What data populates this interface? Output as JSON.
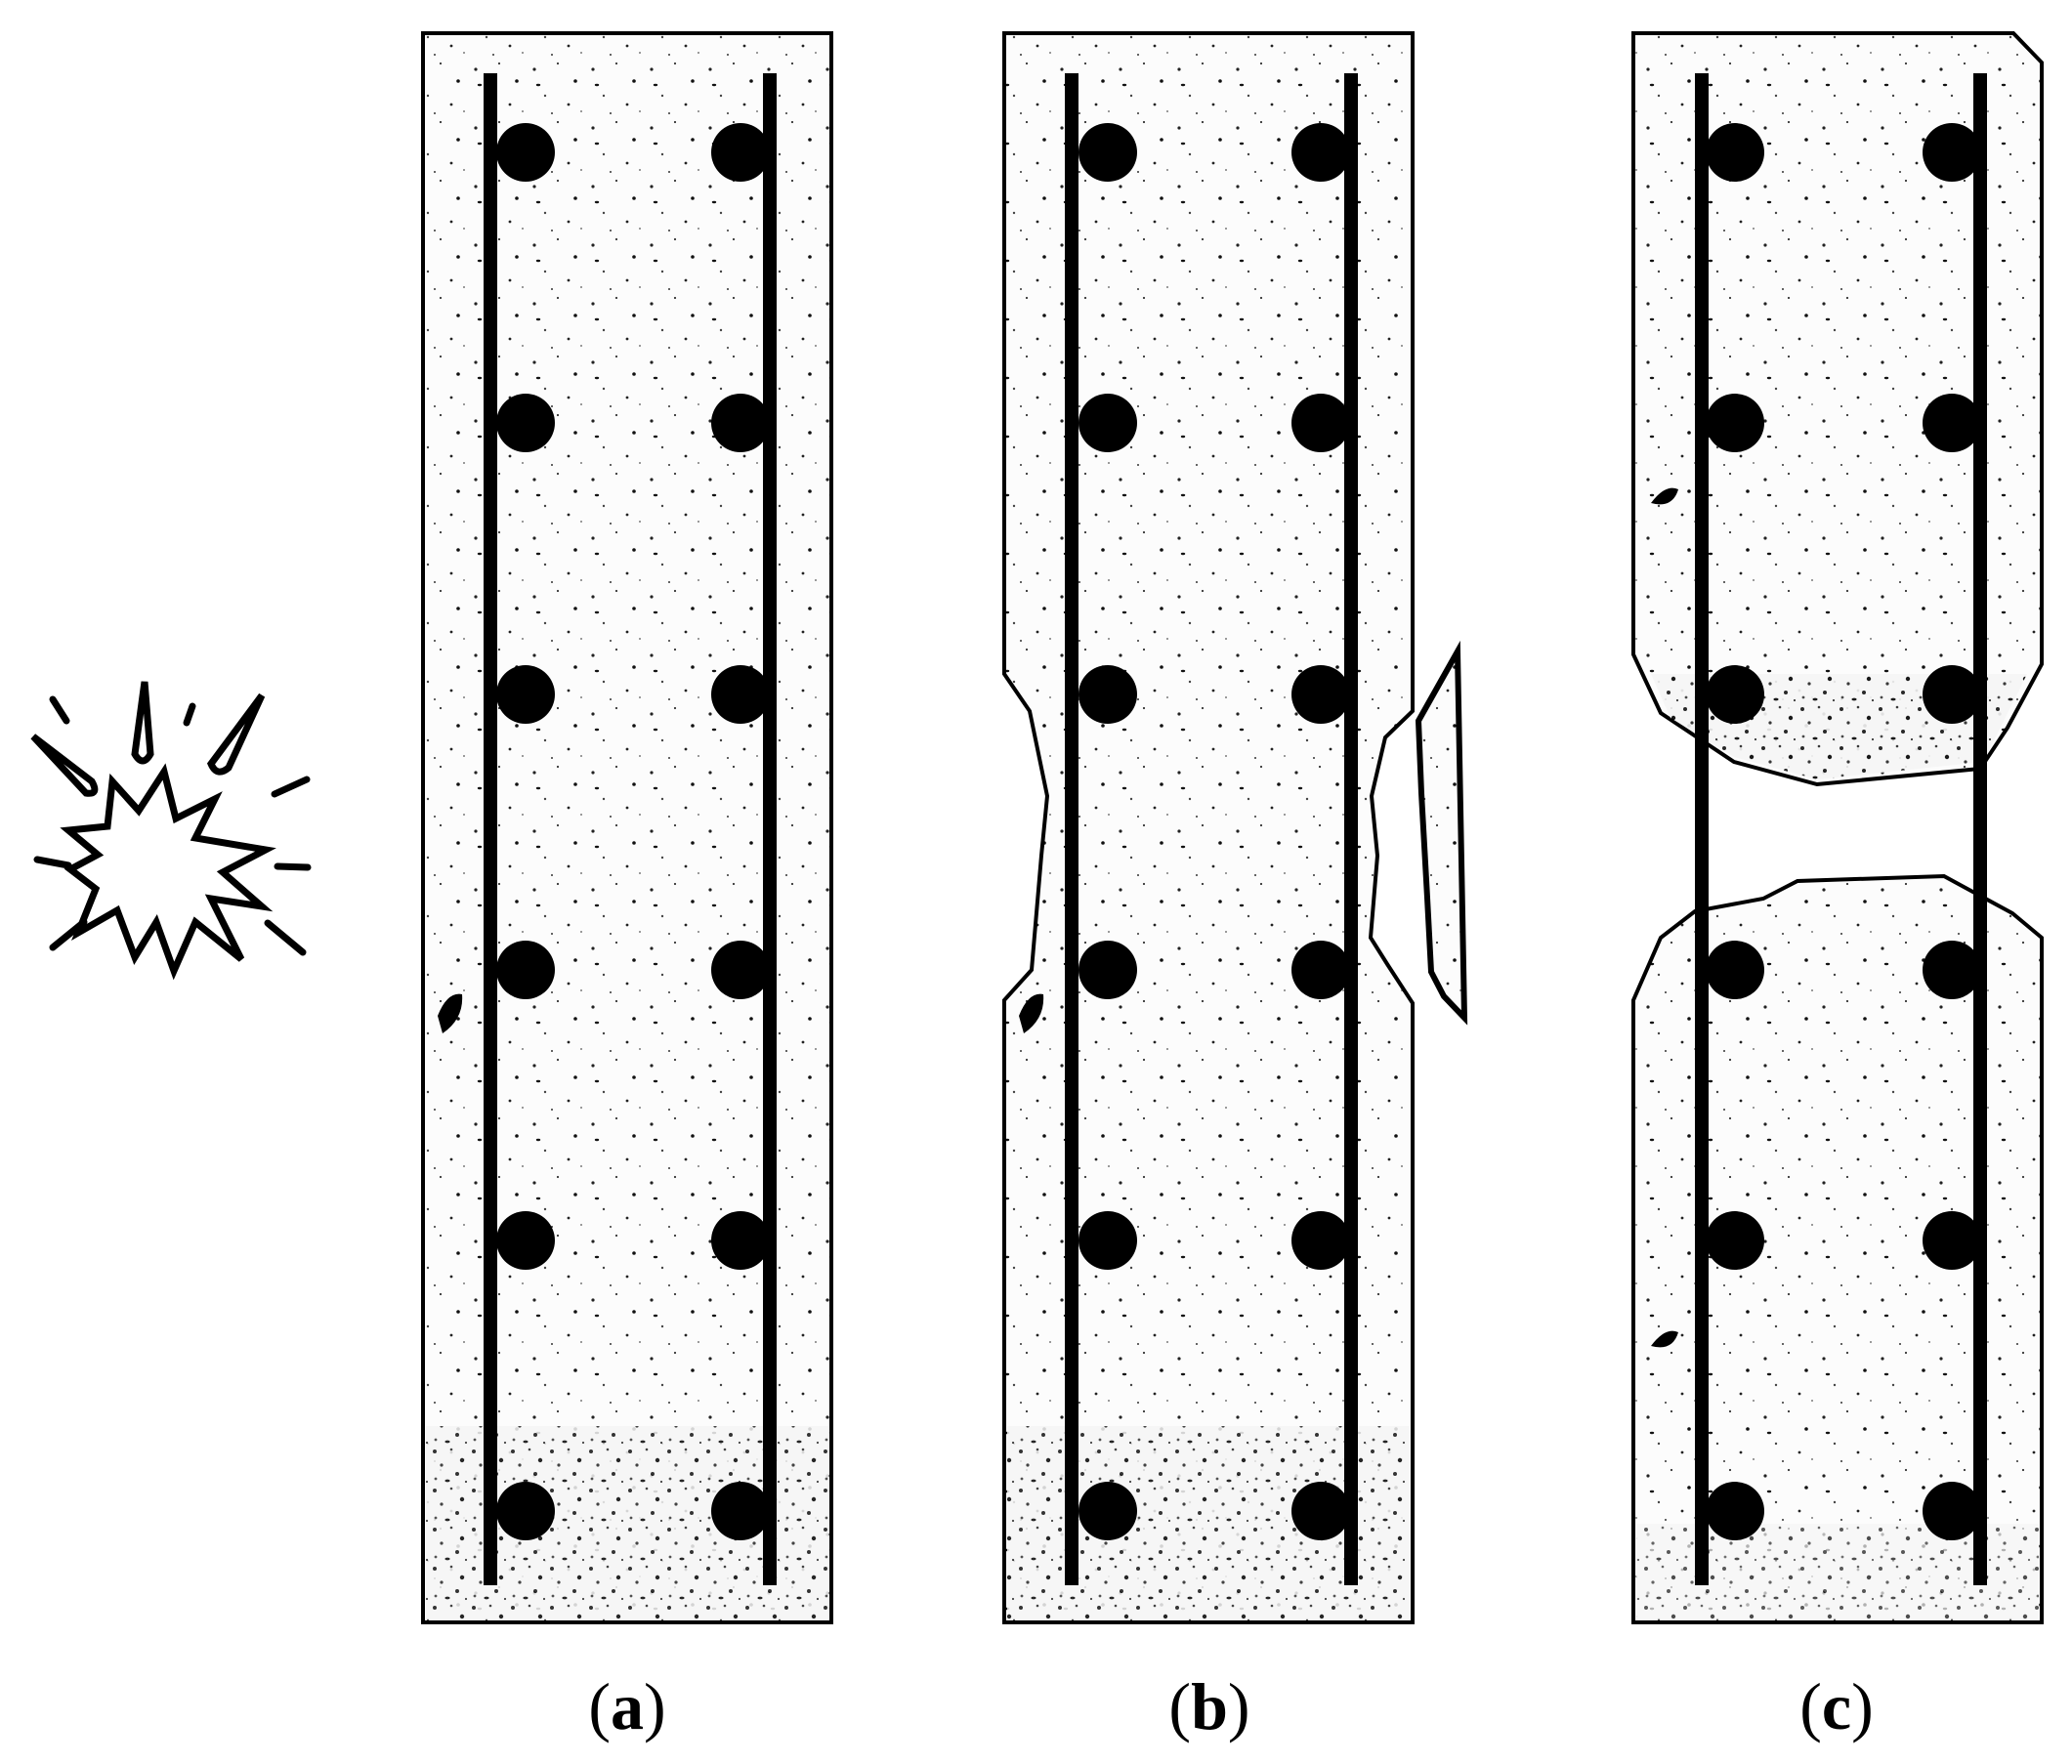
{
  "figure": {
    "panels": [
      {
        "id": "a",
        "label": "a",
        "state": "intact column"
      },
      {
        "id": "b",
        "label": "b",
        "state": "spalled column"
      },
      {
        "id": "c",
        "label": "c",
        "state": "breached column"
      }
    ],
    "blast_symbol": "explosion-icon",
    "colors": {
      "ink": "#000000",
      "paper": "#ffffff",
      "concrete": "#fbfbfb"
    }
  }
}
